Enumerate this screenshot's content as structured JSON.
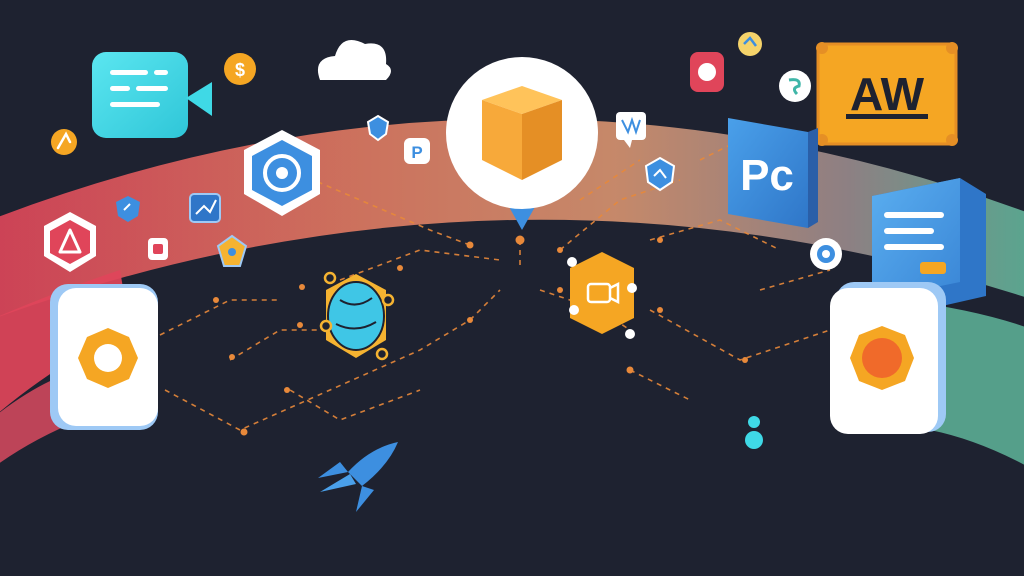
{
  "labels": {
    "aw_badge": "AW",
    "pc_tile": "Pc",
    "p_chip": "P",
    "dollar_coin": "$"
  },
  "colors": {
    "background": "#1e2230",
    "band_left": "#e0455a",
    "band_mid": "#e8935f",
    "band_right": "#5fb59a",
    "connector": "#e8893a",
    "cube": "#f7a93a",
    "aw_badge": "#f5a623",
    "pc_tile": "#3d8fe0",
    "cyan_tile": "#3fd9e6"
  },
  "icons": [
    "chat-video-icon",
    "dollar-coin-icon",
    "cloud-icon",
    "cube-icon",
    "aw-badge-icon",
    "pc-tile-icon",
    "server-panel-icon",
    "gear-tile-left-icon",
    "gear-tile-right-icon",
    "hexagon-node-icon",
    "globe-hub-icon",
    "camera-hex-icon",
    "rocket-icon",
    "person-icon",
    "warning-icon"
  ]
}
